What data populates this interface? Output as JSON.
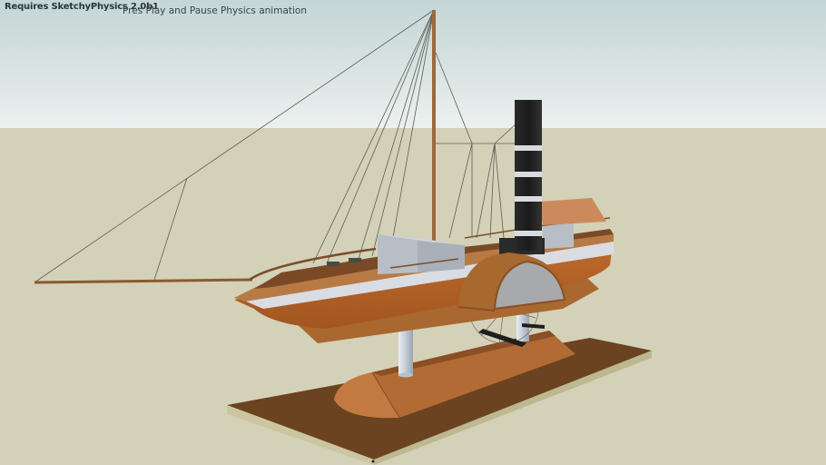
{
  "viewer": {
    "requires_label": "Requires SketchyPhysics 2.0b1",
    "hint_label": "Pres Play and Pause Physics animation"
  },
  "scene": {
    "model": "paddle-steamer-on-display-stand",
    "colors": {
      "sky_top": "#c4d6d6",
      "sky_bottom": "#ecf1f0",
      "ground": "#d4d1b9",
      "hull_wood": "#b8622a",
      "hull_stripe": "#d9dde3",
      "deck": "#7a4a26",
      "funnel": "#1e1e1e",
      "funnel_band": "#d8dbe0",
      "base_top": "#6b4320",
      "base_edge": "#c9c49e",
      "cradle": "#b06a34",
      "support_post": "#c8d0d8",
      "rigging": "#5a5a50"
    }
  }
}
